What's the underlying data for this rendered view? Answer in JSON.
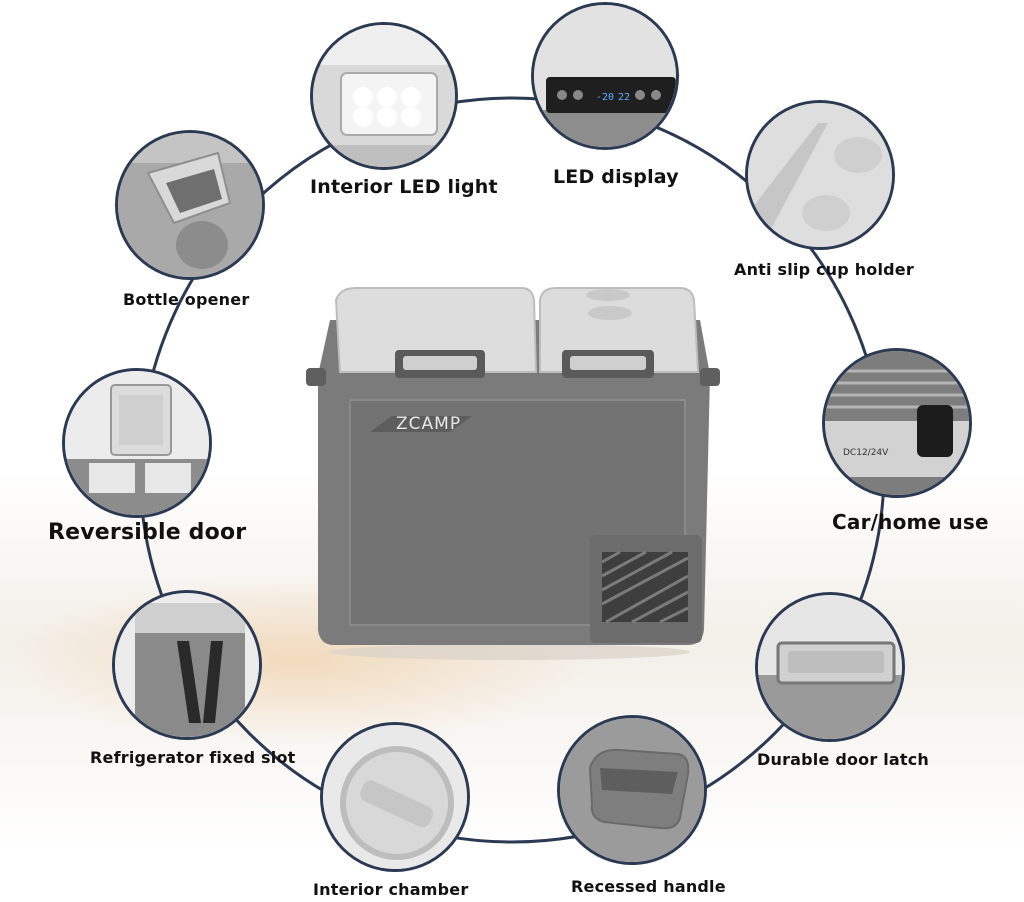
{
  "product": {
    "brand_logo": "ZCAMP",
    "display_readout": [
      "-20",
      "22"
    ],
    "power_port_label": "DC12/24V"
  },
  "features": {
    "interior_led_light": "Interior LED light",
    "led_display": "LED display",
    "anti_slip_cup_holder": "Anti slip cup holder",
    "bottle_opener": "Bottle opener",
    "car_home_use": "Car/home use",
    "reversible_door": "Reversible door",
    "refrigerator_fixed_slot": "Refrigerator fixed slot",
    "durable_door_latch": "Durable door latch",
    "interior_chamber": "Interior chamber",
    "recessed_handle": "Recessed handle"
  },
  "colors": {
    "ring": "#2b3a52",
    "body": "#7a7a7a",
    "lid": "#dcdcdc"
  }
}
